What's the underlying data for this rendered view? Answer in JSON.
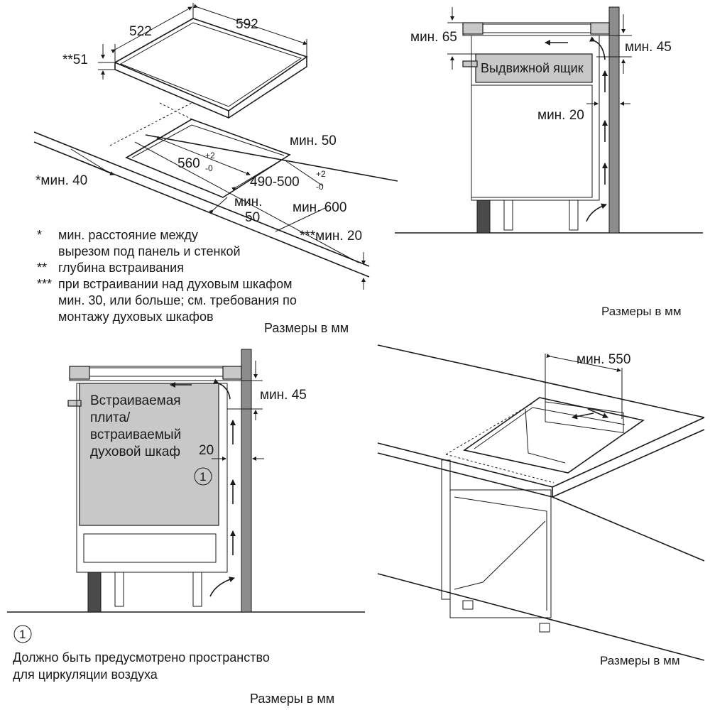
{
  "panel_top_left": {
    "dims": {
      "width_592": "592",
      "depth_522": "522",
      "depth_51": "**51",
      "cutout_width": "560",
      "cutout_width_tol_plus": "+2",
      "cutout_width_tol_minus": "-0",
      "cutout_depth": "490-500",
      "cutout_depth_tol_plus": "+2",
      "cutout_depth_tol_minus": "-0",
      "min_50_right": "мин. 50",
      "min_40": "*мин. 40",
      "min_50_front": "мин.",
      "min_50_front_value": "50",
      "min_600": "мин. 600",
      "min_20": "***мин. 20"
    },
    "legend": [
      {
        "mark": "*",
        "text": "мин. расстояние между"
      },
      {
        "mark": "",
        "text": "вырезом под панель и стенкой"
      },
      {
        "mark": "**",
        "text": "глубина встраивания"
      },
      {
        "mark": "***",
        "text": "при встраивании над духовым шкафом"
      },
      {
        "mark": "",
        "text": "мин. 30, или больше; см. требования по"
      },
      {
        "mark": "",
        "text": "монтажу духовых шкафов"
      }
    ],
    "units": "Размеры в мм"
  },
  "panel_top_right": {
    "min_65": "мин. 65",
    "min_45": "мин. 45",
    "drawer": "Выдвижной ящик",
    "min_20": "мин. 20",
    "units": "Размеры в мм"
  },
  "panel_bottom_left": {
    "oven_label_lines": [
      "Встраиваемая",
      "плита/",
      "встраиваемый",
      "духовой шкаф"
    ],
    "min_45": "мин. 45",
    "gap_20": "20",
    "marker": "1",
    "note_marker": "1",
    "note_lines": [
      "Должно быть предусмотрено пространство",
      "для циркуляции воздуха"
    ],
    "units": "Размеры в мм"
  },
  "panel_bottom_right": {
    "min_550": "мин. 550",
    "units": "Размеры в мм"
  }
}
